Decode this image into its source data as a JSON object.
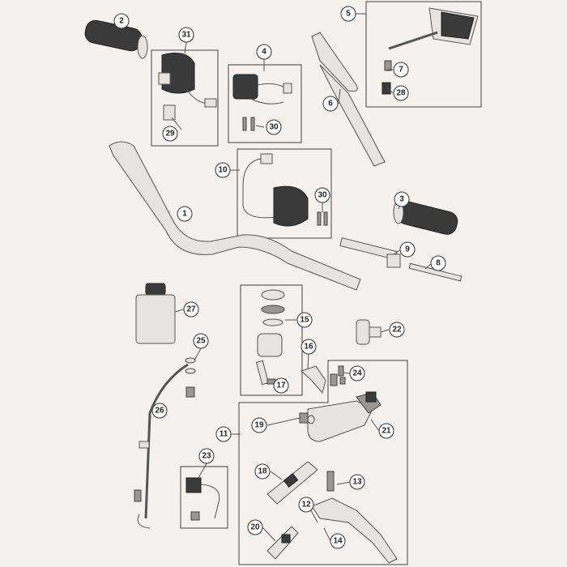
{
  "callouts": [
    {
      "id": "c1",
      "label": "1"
    },
    {
      "id": "c2",
      "label": "2"
    },
    {
      "id": "c3",
      "label": "3"
    },
    {
      "id": "c4",
      "label": "4"
    },
    {
      "id": "c5",
      "label": "5"
    },
    {
      "id": "c6",
      "label": "6"
    },
    {
      "id": "c7",
      "label": "7"
    },
    {
      "id": "c8",
      "label": "8"
    },
    {
      "id": "c9",
      "label": "9"
    },
    {
      "id": "c10",
      "label": "10"
    },
    {
      "id": "c11",
      "label": "11"
    },
    {
      "id": "c12",
      "label": "12"
    },
    {
      "id": "c13",
      "label": "13"
    },
    {
      "id": "c14",
      "label": "14"
    },
    {
      "id": "c15",
      "label": "15"
    },
    {
      "id": "c16",
      "label": "16"
    },
    {
      "id": "c17",
      "label": "17"
    },
    {
      "id": "c18",
      "label": "18"
    },
    {
      "id": "c19",
      "label": "19"
    },
    {
      "id": "c20",
      "label": "20"
    },
    {
      "id": "c21",
      "label": "21"
    },
    {
      "id": "c22",
      "label": "22"
    },
    {
      "id": "c23",
      "label": "23"
    },
    {
      "id": "c24",
      "label": "24"
    },
    {
      "id": "c25",
      "label": "25"
    },
    {
      "id": "c26",
      "label": "26"
    },
    {
      "id": "c27",
      "label": "27"
    },
    {
      "id": "c28",
      "label": "28"
    },
    {
      "id": "c29",
      "label": "29"
    },
    {
      "id": "c30a",
      "label": "30"
    },
    {
      "id": "c30b",
      "label": "30"
    },
    {
      "id": "c31",
      "label": "31"
    }
  ],
  "colors": {
    "background": "#f4f1ee",
    "accent": "#e97b1f",
    "ink": "#333333"
  }
}
